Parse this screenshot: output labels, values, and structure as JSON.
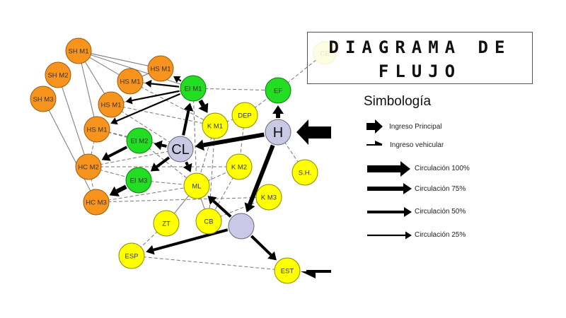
{
  "title": {
    "line1": "DIAGRAMA DE",
    "line2": "FLUJO"
  },
  "legend": {
    "title": "Simbología",
    "items": [
      {
        "key": "main",
        "label": "Ingreso Principal",
        "icon": "block-arrow-icon"
      },
      {
        "key": "vehicle",
        "label": "Ingreso vehicular",
        "icon": "half-arrow-icon"
      },
      {
        "key": "c100",
        "label": "Circulación 100%",
        "icon": "arrow-100-icon"
      },
      {
        "key": "c75",
        "label": "Circulación 75%",
        "icon": "arrow-75-icon"
      },
      {
        "key": "c50",
        "label": "Circulación 50%",
        "icon": "arrow-50-icon"
      },
      {
        "key": "c25",
        "label": "Circulación 25%",
        "icon": "arrow-25-icon"
      }
    ]
  },
  "colors": {
    "orange": "#f7941d",
    "orange_stroke": "#9a5a10",
    "green": "#22dd22",
    "green_stroke": "#137a13",
    "yellow": "#ffff00",
    "yellow_stroke": "#8a8a00",
    "lavender": "#c9c9e6",
    "lavender_stroke": "#666680",
    "faded": "#fdfde4"
  },
  "nodes": [
    {
      "id": "SHM1a",
      "label": "SH M1",
      "type": "orange"
    },
    {
      "id": "SHM2",
      "label": "SH M2",
      "type": "orange"
    },
    {
      "id": "SHM3",
      "label": "SH M3",
      "type": "orange"
    },
    {
      "id": "HSM1a",
      "label": "HS M1",
      "type": "orange"
    },
    {
      "id": "HSM1b",
      "label": "HS M1",
      "type": "orange"
    },
    {
      "id": "HSM1c",
      "label": "HS M1",
      "type": "orange"
    },
    {
      "id": "HSM1d",
      "label": "HS M1",
      "type": "orange"
    },
    {
      "id": "HCM2",
      "label": "HC M2",
      "type": "orange"
    },
    {
      "id": "HCM3",
      "label": "HC M3",
      "type": "orange"
    },
    {
      "id": "EIM1",
      "label": "EI M1",
      "type": "green"
    },
    {
      "id": "EIM2",
      "label": "EI M2",
      "type": "green"
    },
    {
      "id": "EIM3",
      "label": "EI M3",
      "type": "green"
    },
    {
      "id": "EF",
      "label": "EF",
      "type": "green"
    },
    {
      "id": "KM1",
      "label": "K M1",
      "type": "yellow"
    },
    {
      "id": "KM2",
      "label": "K M2",
      "type": "yellow"
    },
    {
      "id": "KM3",
      "label": "K M3",
      "type": "yellow"
    },
    {
      "id": "DEP",
      "label": "DEP",
      "type": "yellow"
    },
    {
      "id": "SH",
      "label": "S.H.",
      "type": "yellow"
    },
    {
      "id": "ML",
      "label": "ML",
      "type": "yellow"
    },
    {
      "id": "ZT",
      "label": "ZT",
      "type": "yellow"
    },
    {
      "id": "CB",
      "label": "CB",
      "type": "yellow"
    },
    {
      "id": "ESP",
      "label": "ESP",
      "type": "yellow"
    },
    {
      "id": "EST",
      "label": "EST",
      "type": "yellow"
    },
    {
      "id": "CL",
      "label": "CL",
      "type": "hub"
    },
    {
      "id": "H",
      "label": "H",
      "type": "hub"
    },
    {
      "id": "HUB2",
      "label": "",
      "type": "hub"
    },
    {
      "id": "CE",
      "label": "CE",
      "type": "faded"
    }
  ],
  "solid_links": [
    [
      "SHM1a",
      "HSM1a"
    ],
    [
      "SHM1a",
      "HSM1b"
    ],
    [
      "SHM1a",
      "HSM1c"
    ],
    [
      "SHM1a",
      "HSM1d"
    ],
    [
      "SHM1a",
      "EIM1"
    ],
    [
      "SHM2",
      "HCM2"
    ],
    [
      "SHM3",
      "HCM3"
    ],
    [
      "HSM1a",
      "HSM1b"
    ],
    [
      "ZT",
      "ML"
    ],
    [
      "CB",
      "ML"
    ]
  ],
  "dashed_links": [
    [
      "HSM1b",
      "EIM1"
    ],
    [
      "HSM1c",
      "EIM1"
    ],
    [
      "HSM1c",
      "KM1"
    ],
    [
      "HSM1d",
      "CL"
    ],
    [
      "HSM1d",
      "EIM2"
    ],
    [
      "HSM1b",
      "KM1"
    ],
    [
      "HSM1d",
      "HCM2"
    ],
    [
      "HCM2",
      "HCM3"
    ],
    [
      "HCM2",
      "CL"
    ],
    [
      "HCM2",
      "EIM3"
    ],
    [
      "HCM2",
      "KM2"
    ],
    [
      "HCM3",
      "ML"
    ],
    [
      "HCM3",
      "KM3"
    ],
    [
      "EIM3",
      "ML"
    ],
    [
      "EIM1",
      "EF"
    ],
    [
      "EIM1",
      "ML"
    ],
    [
      "KM1",
      "DEP"
    ],
    [
      "DEP",
      "EF"
    ],
    [
      "DEP",
      "KM2"
    ],
    [
      "KM1",
      "ML"
    ],
    [
      "KM1",
      "CB"
    ],
    [
      "KM2",
      "CB"
    ],
    [
      "ML",
      "KM2"
    ],
    [
      "CB",
      "KM3"
    ],
    [
      "ZT",
      "ESP"
    ],
    [
      "ESP",
      "EST"
    ],
    [
      "H",
      "SH"
    ],
    [
      "EF",
      "CE"
    ],
    [
      "HSM1c",
      "CL"
    ],
    [
      "EIM2",
      "ML"
    ]
  ],
  "flow_arrows": [
    {
      "from": "H",
      "to": "CL",
      "weight": 75
    },
    {
      "from": "H",
      "to": "EF",
      "weight": 75
    },
    {
      "from": "H",
      "to": "HUB2",
      "weight": 75
    },
    {
      "from": "CL",
      "to": "EIM1",
      "weight": 50
    },
    {
      "from": "CL",
      "to": "EIM2",
      "weight": 50
    },
    {
      "from": "CL",
      "to": "EIM3",
      "weight": 50
    },
    {
      "from": "CL",
      "to": "ML",
      "weight": 50
    },
    {
      "from": "EIM1",
      "to": "KM1",
      "weight": 75
    },
    {
      "from": "EIM1",
      "to": "HSM1a",
      "weight": 25
    },
    {
      "from": "EIM1",
      "to": "HSM1b",
      "weight": 25
    },
    {
      "from": "EIM1",
      "to": "HSM1c",
      "weight": 25
    },
    {
      "from": "EIM1",
      "to": "HSM1d",
      "weight": 25
    },
    {
      "from": "EIM2",
      "to": "HCM2",
      "weight": 50
    },
    {
      "from": "EIM3",
      "to": "HCM3",
      "weight": 75
    },
    {
      "from": "HUB2",
      "to": "ML",
      "weight": 50
    },
    {
      "from": "HUB2",
      "to": "ESP",
      "weight": 50
    },
    {
      "from": "HUB2",
      "to": "EST",
      "weight": 50
    }
  ],
  "entries": [
    {
      "type": "main",
      "target": "H"
    },
    {
      "type": "vehicle",
      "target": "EST"
    }
  ]
}
